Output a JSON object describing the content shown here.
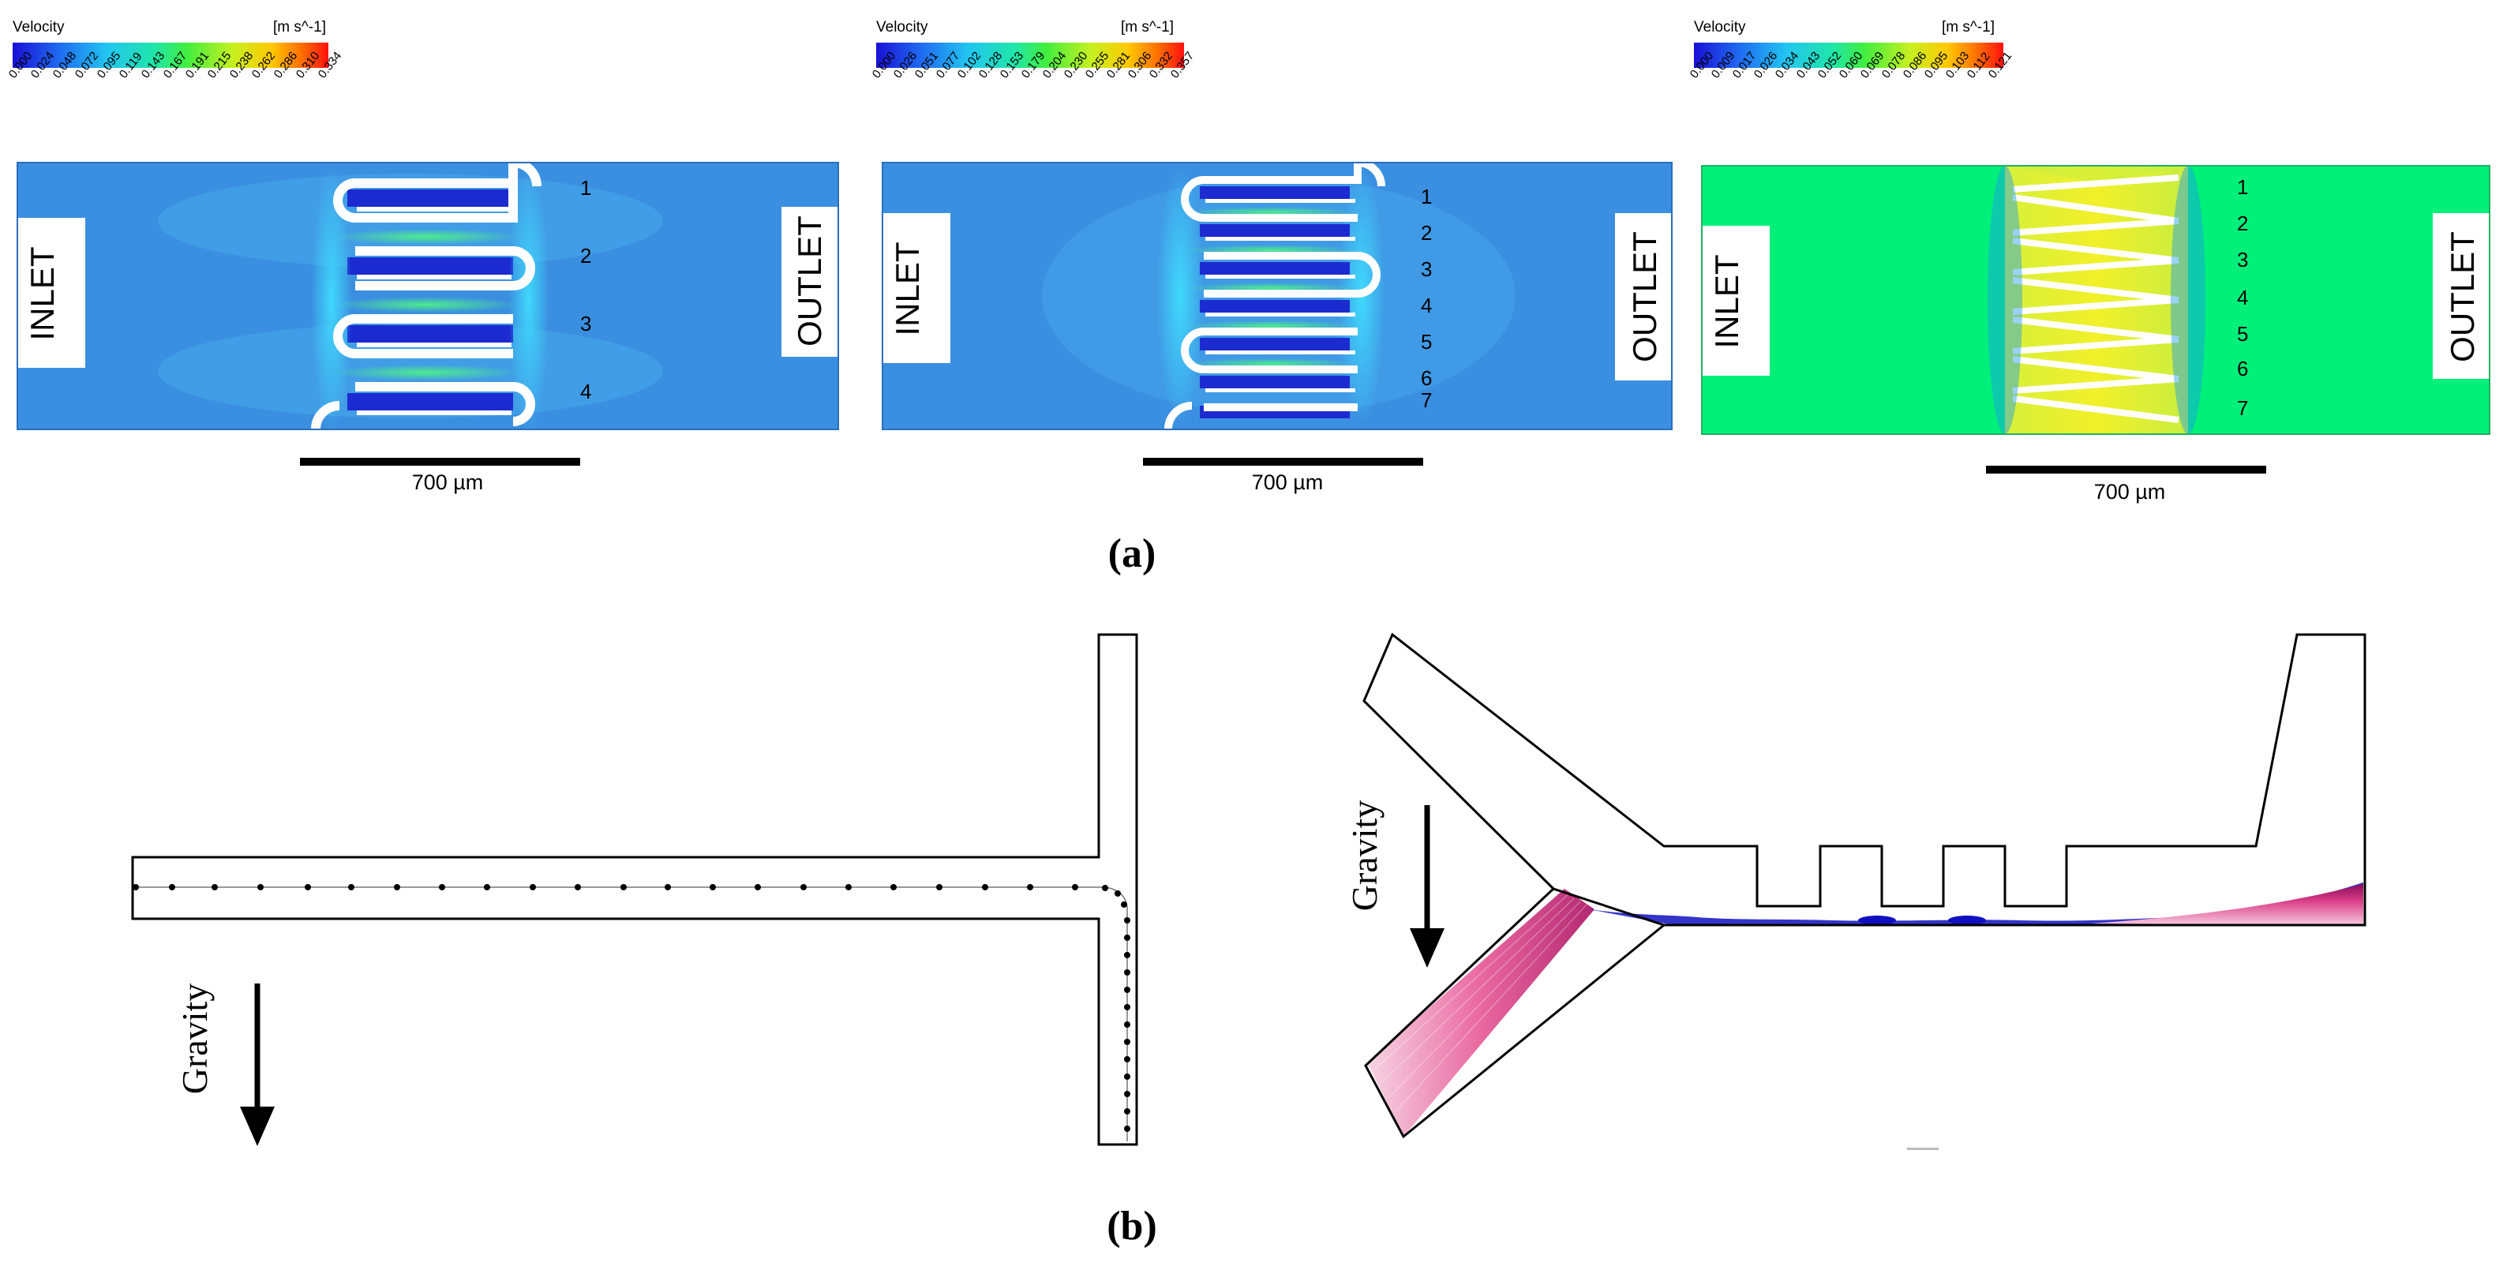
{
  "panel_a": {
    "caption": "(a)",
    "sims": [
      {
        "colorbar_title": "Velocity",
        "colorbar_units": "[m s^-1]",
        "ticks": [
          "0.000",
          "0.024",
          "0.048",
          "0.072",
          "0.095",
          "0.119",
          "0.143",
          "0.167",
          "0.191",
          "0.215",
          "0.238",
          "0.262",
          "0.286",
          "0.310",
          "0.334"
        ],
        "inlet": "INLET",
        "outlet": "OUTLET",
        "region_labels": [
          "1",
          "2",
          "3",
          "4"
        ],
        "scale_label": "700 µm"
      },
      {
        "colorbar_title": "Velocity",
        "colorbar_units": "[m s^-1]",
        "ticks": [
          "0.000",
          "0.026",
          "0.051",
          "0.077",
          "0.102",
          "0.128",
          "0.153",
          "0.179",
          "0.204",
          "0.230",
          "0.255",
          "0.281",
          "0.306",
          "0.332",
          "0.357"
        ],
        "inlet": "INLET",
        "outlet": "OUTLET",
        "region_labels": [
          "1",
          "2",
          "3",
          "4",
          "5",
          "6",
          "7"
        ],
        "scale_label": "700 µm"
      },
      {
        "colorbar_title": "Velocity",
        "colorbar_units": "[m s^-1]",
        "ticks": [
          "0.000",
          "0.009",
          "0.017",
          "0.026",
          "0.034",
          "0.043",
          "0.052",
          "0.060",
          "0.069",
          "0.078",
          "0.086",
          "0.095",
          "0.103",
          "0.112",
          "0.121"
        ],
        "inlet": "INLET",
        "outlet": "OUTLET",
        "region_labels": [
          "1",
          "2",
          "3",
          "4",
          "5",
          "6",
          "7"
        ],
        "scale_label": "700 µm"
      }
    ]
  },
  "panel_b": {
    "caption": "(b)",
    "left_gravity_label": "Gravity",
    "right_gravity_label": "Gravity"
  },
  "colors": {
    "field_blue": "#3b8fe0",
    "field_green": "#00f07a",
    "wall": "#ffffff",
    "outline": "#000000",
    "fluid_pink": "#e0488a",
    "fluid_blue": "#1010c0"
  }
}
